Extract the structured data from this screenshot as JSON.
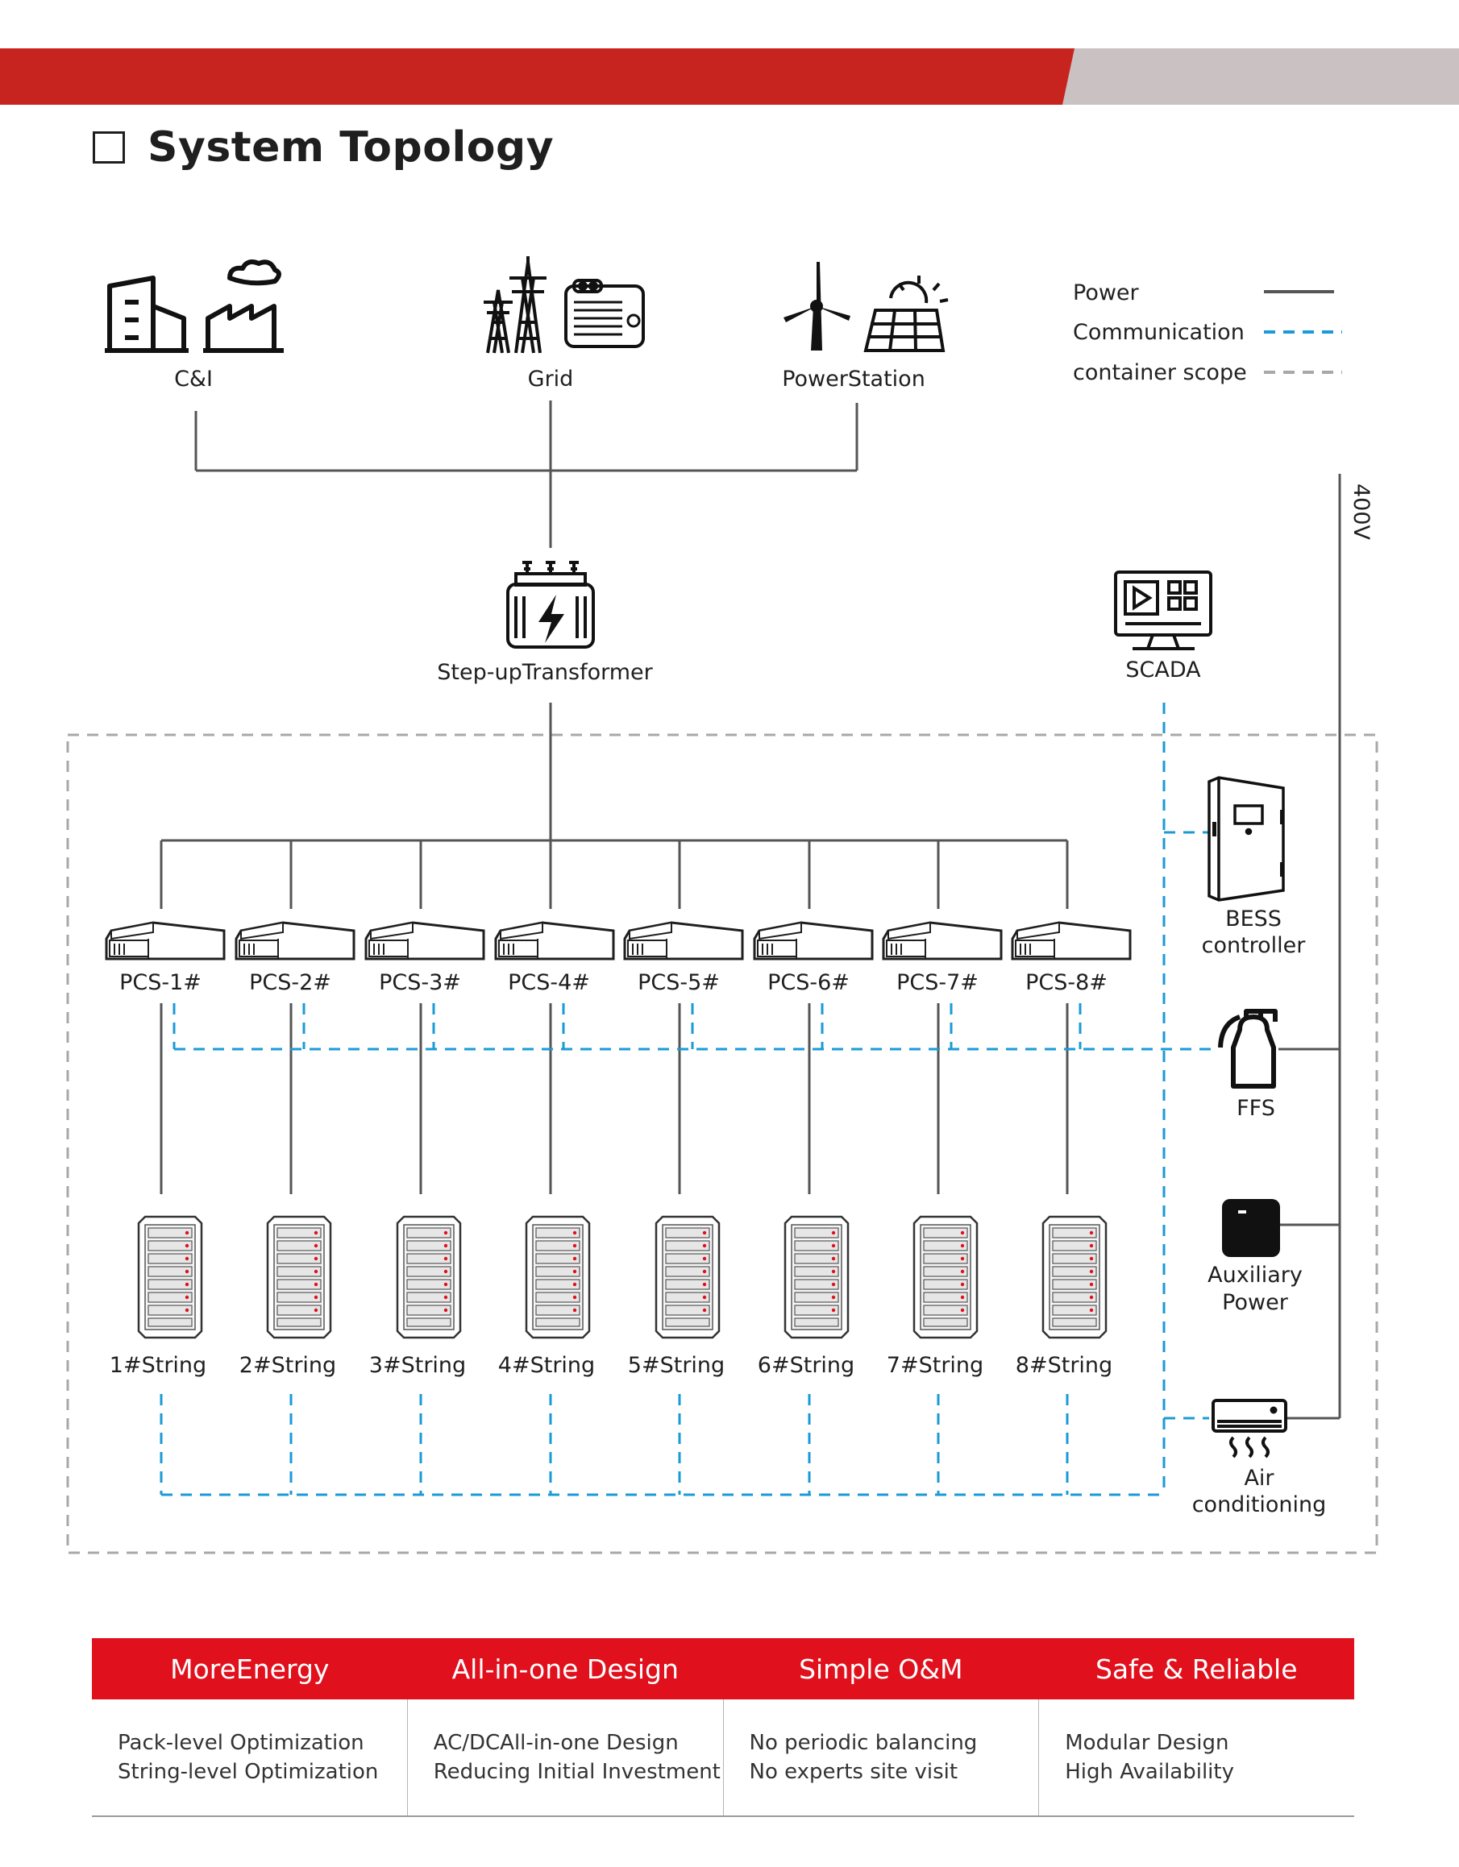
{
  "header": {
    "title": "System Topology"
  },
  "colors": {
    "brand_red": "#c8241f",
    "banner_gray": "#c9c1c2",
    "power_line": "#555555",
    "comm_line": "#1a9ad6",
    "scope_line": "#a8a8a8",
    "feature_red": "#e0101c"
  },
  "legend": [
    {
      "label": "Power",
      "kind": "power"
    },
    {
      "label": "Communication",
      "kind": "comm"
    },
    {
      "label": "container scope",
      "kind": "scope"
    }
  ],
  "sources": {
    "ci": "C&I",
    "grid": "Grid",
    "power_station": "PowerStation"
  },
  "transformer": "Step-upTransformer",
  "scada": "SCADA",
  "voltage": "400V",
  "pcs": [
    "PCS-1#",
    "PCS-2#",
    "PCS-3#",
    "PCS-4#",
    "PCS-5#",
    "PCS-6#",
    "PCS-7#",
    "PCS-8#"
  ],
  "strings": [
    "1#String",
    "2#String",
    "3#String",
    "4#String",
    "5#String",
    "6#String",
    "7#String",
    "8#String"
  ],
  "aux": {
    "bess": [
      "BESS",
      "controller"
    ],
    "ffs": "FFS",
    "aux_power": [
      "Auxiliary",
      "Power"
    ],
    "air": [
      "Air",
      "conditioning"
    ]
  },
  "features": [
    {
      "title": "MoreEnergy",
      "lines": [
        "Pack-level Optimization",
        "String-level Optimization"
      ]
    },
    {
      "title": "All-in-one Design",
      "lines": [
        "AC/DCAll-in-one Design",
        "Reducing Initial Investment"
      ]
    },
    {
      "title": "Simple O&M",
      "lines": [
        "No periodic balancing",
        "No experts site visit"
      ]
    },
    {
      "title": "Safe & Reliable",
      "lines": [
        "Modular Design",
        "High Availability"
      ]
    }
  ]
}
